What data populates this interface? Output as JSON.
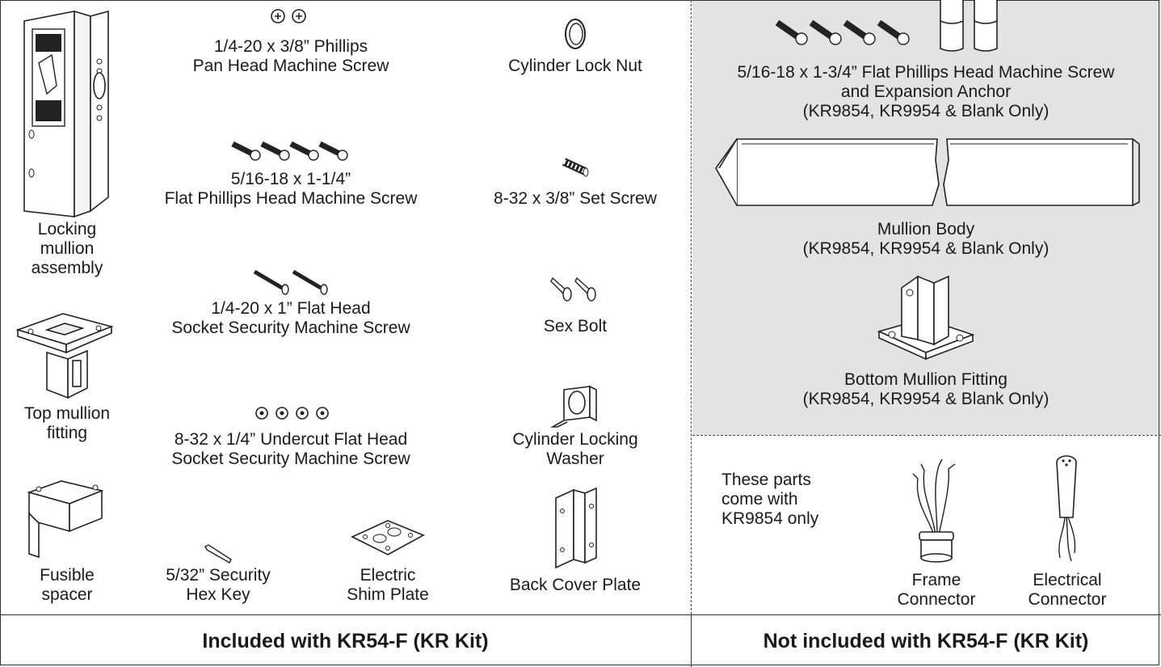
{
  "left_parts": {
    "locking_mullion": "Locking\nmullion\nassembly",
    "top_mullion_fitting": "Top mullion\nfitting",
    "fusible_spacer": "Fusible\nspacer",
    "pan_head_screw": "1/4-20 x 3/8” Phillips\nPan Head Machine Screw",
    "flat_phillips_screw": "5/16-18 x 1-1/4”\nFlat Phillips Head Machine Screw",
    "flat_head_socket_screw": "1/4-20 x 1” Flat Head\nSocket  Security Machine Screw",
    "undercut_screw": "8-32 x 1/4” Undercut Flat Head\nSocket Security Machine Screw",
    "hex_key": "5/32” Security\nHex Key",
    "shim_plate": "Electric\nShim Plate",
    "cylinder_lock_nut": "Cylinder Lock Nut",
    "set_screw": "8-32 x 3/8” Set Screw",
    "sex_bolt": "Sex Bolt",
    "cylinder_locking_washer": "Cylinder  Locking\nWasher",
    "back_cover_plate": "Back Cover Plate"
  },
  "right_parts": {
    "anchor_screw": "5/16-18 x 1-3/4” Flat Phillips Head Machine Screw\nand Expansion Anchor\n(KR9854, KR9954 & Blank Only)",
    "mullion_body": "Mullion Body\n(KR9854, KR9954 & Blank Only)",
    "bottom_fitting": "Bottom Mullion Fitting\n(KR9854, KR9954 & Blank Only)",
    "kr9854_note": "These parts\ncome with\nKR9854 only",
    "frame_connector": "Frame\nConnector",
    "electrical_connector": "Electrical\nConnector"
  },
  "footer": {
    "included": "Included with KR54-F (KR Kit)",
    "not_included": "Not included with KR54-F (KR Kit)"
  },
  "colors": {
    "shaded_panel": "#e3e3e3",
    "line": "#333333"
  }
}
